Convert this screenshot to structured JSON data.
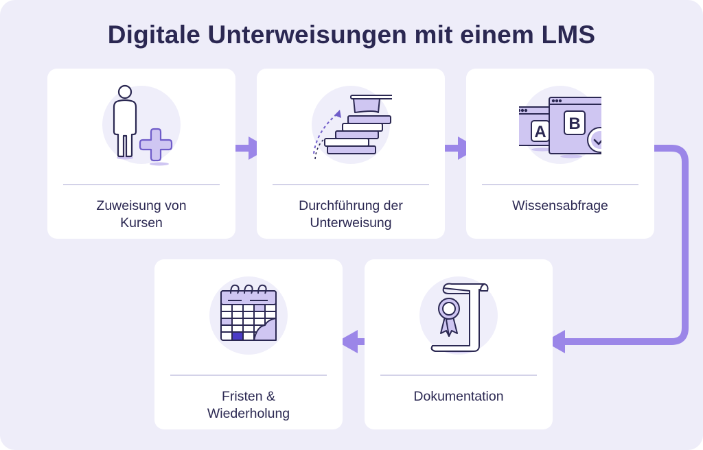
{
  "title": "Digitale Unterweisungen mit einem LMS",
  "colors": {
    "background": "#eeedf9",
    "card": "#ffffff",
    "accent": "#9b86e8",
    "icon_fill": "#cfc6f2",
    "icon_circle": "#efeefa",
    "text": "#2b2852"
  },
  "steps": [
    {
      "icon": "person-plus-icon",
      "label_lines": [
        "Zuweisung von",
        "Kursen"
      ]
    },
    {
      "icon": "graduation-books-icon",
      "label_lines": [
        "Durchführung der",
        "Unterweisung"
      ]
    },
    {
      "icon": "quiz-ab-icon",
      "icon_letters": [
        "A",
        "B"
      ],
      "label_lines": [
        "Wissensabfrage"
      ]
    },
    {
      "icon": "certificate-scroll-icon",
      "label_lines": [
        "Dokumentation"
      ]
    },
    {
      "icon": "calendar-icon",
      "label_lines": [
        "Fristen &",
        "Wiederholung"
      ]
    }
  ]
}
